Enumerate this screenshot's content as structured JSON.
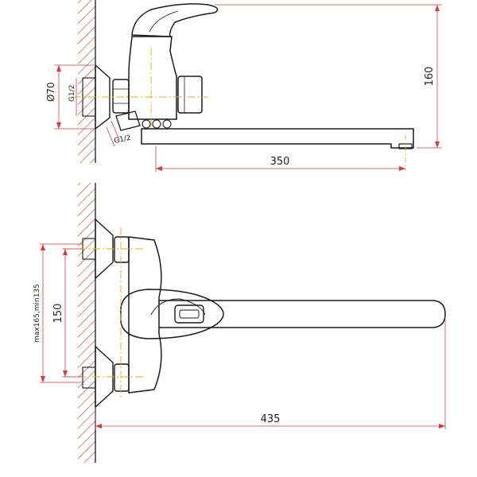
{
  "colors": {
    "outline": "#1a1a1a",
    "dimension": "#d9383a",
    "centerline": "#e0b400",
    "hatch": "#c43030"
  },
  "side_view": {
    "dims": {
      "height": "160",
      "spout_length": "350",
      "flange_diameter": "Ø70",
      "thread_wall": "G1/2",
      "thread_shower": "G1/2"
    }
  },
  "front_view": {
    "dims": {
      "center_distance": "150",
      "adjust_range": "max165,min135",
      "total_length": "435"
    }
  }
}
